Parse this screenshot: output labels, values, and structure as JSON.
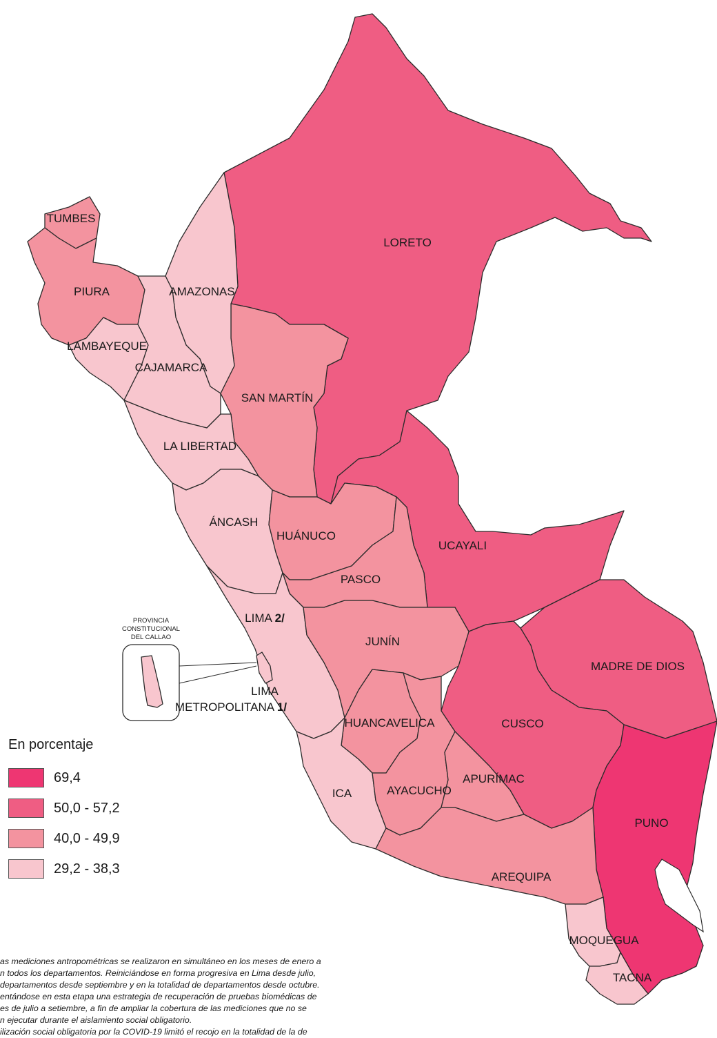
{
  "legend": {
    "title": "En porcentaje",
    "items": [
      {
        "label": "69,4",
        "color": "#ee3672"
      },
      {
        "label": "50,0 - 57,2",
        "color": "#ef5d83"
      },
      {
        "label": "40,0 - 49,9",
        "color": "#f3939f"
      },
      {
        "label": "29,2 - 38,3",
        "color": "#f8c6ce"
      }
    ]
  },
  "departments": [
    {
      "name": "TUMBES",
      "level": 2
    },
    {
      "name": "PIURA",
      "level": 2
    },
    {
      "name": "LAMBAYEQUE",
      "level": 3
    },
    {
      "name": "CAJAMARCA",
      "level": 3
    },
    {
      "name": "AMAZONAS",
      "level": 3
    },
    {
      "name": "LORETO",
      "level": 1
    },
    {
      "name": "SAN MARTÍN",
      "level": 2
    },
    {
      "name": "LA LIBERTAD",
      "level": 3
    },
    {
      "name": "ÁNCASH",
      "level": 3
    },
    {
      "name": "HUÁNUCO",
      "level": 2
    },
    {
      "name": "UCAYALI",
      "level": 1
    },
    {
      "name": "PASCO",
      "level": 2
    },
    {
      "name": "LIMA",
      "level": 3
    },
    {
      "name": "JUNÍN",
      "level": 2
    },
    {
      "name": "MADRE DE DIOS",
      "level": 1
    },
    {
      "name": "CUSCO",
      "level": 1
    },
    {
      "name": "HUANCAVELICA",
      "level": 2
    },
    {
      "name": "ICA",
      "level": 3
    },
    {
      "name": "AYACUCHO",
      "level": 2
    },
    {
      "name": "APURÍMAC",
      "level": 2
    },
    {
      "name": "PUNO",
      "level": 0
    },
    {
      "name": "AREQUIPA",
      "level": 2
    },
    {
      "name": "MOQUEGUA",
      "level": 3
    },
    {
      "name": "TACNA",
      "level": 3
    },
    {
      "name": "LIMA METROPOLITANA",
      "level": 3
    },
    {
      "name": "PROVINCIA CONSTITUCIONAL DEL CALLAO",
      "level": 3
    }
  ],
  "labels": {
    "tumbes": "TUMBES",
    "piura": "PIURA",
    "lambayeque": "LAMBAYEQUE",
    "cajamarca": "CAJAMARCA",
    "amazonas": "AMAZONAS",
    "loreto": "LORETO",
    "san_martin": "SAN MARTÍN",
    "la_libertad": "LA LIBERTAD",
    "ancash": "ÁNCASH",
    "huanuco": "HUÁNUCO",
    "ucayali": "UCAYALI",
    "pasco": "PASCO",
    "lima": "LIMA",
    "lima_note": "2/",
    "junin": "JUNÍN",
    "madre_de_dios": "MADRE DE DIOS",
    "cusco": "CUSCO",
    "huancavelica": "HUANCAVELICA",
    "ica": "ICA",
    "ayacucho": "AYACUCHO",
    "apurimac": "APURÍMAC",
    "puno": "PUNO",
    "arequipa": "AREQUIPA",
    "moquegua": "MOQUEGUA",
    "tacna": "TACNA",
    "lima_metro_1": "LIMA",
    "lima_metro_2": "METROPOLITANA",
    "lima_metro_note": "1/",
    "callao_1": "PROVINCIA",
    "callao_2": "CONSTITUCIONAL",
    "callao_3": "DEL CALLAO"
  },
  "footnote": [
    "as mediciones antropométricas se realizaron en simultáneo en los meses de enero a",
    "n todos los departamentos. Reiniciándose en forma progresiva en Lima desde julio,",
    "departamentos desde septiembre y en la totalidad de departamentos desde octubre.",
    "entándose en esta etapa una estrategia de recuperación de pruebas biomédicas de",
    "es de julio a setiembre, a fin de ampliar la cobertura de las mediciones que no se",
    "n ejecutar durante el aislamiento social obligatorio.",
    "ilización social obligatoria por la COVID-19 limitó el recojo en la totalidad de la de"
  ]
}
